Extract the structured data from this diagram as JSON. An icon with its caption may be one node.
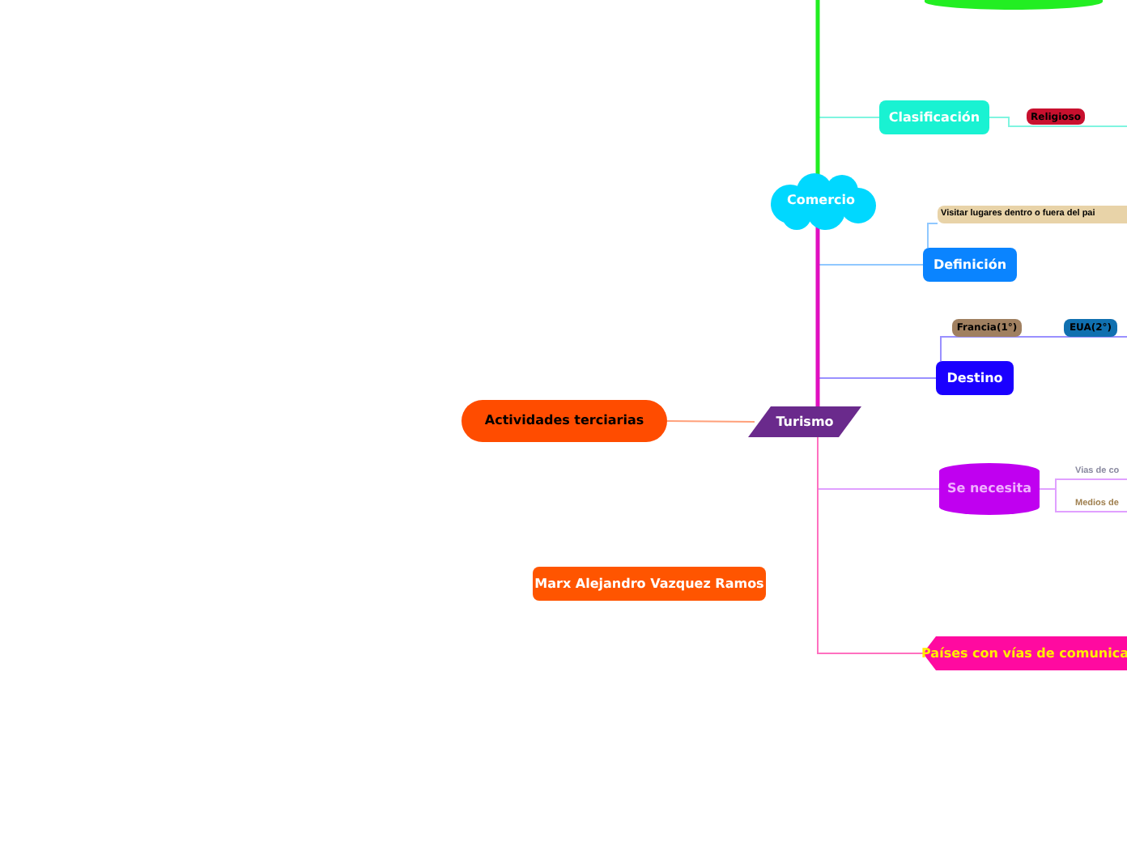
{
  "diagram": {
    "nodes": [
      {
        "text": [],
        "shape": "cylinder"
      },
      {
        "text": [
          "Comercio"
        ]
      },
      {
        "text": [
          "Clasificación"
        ]
      },
      {
        "text": [
          "Religioso"
        ]
      },
      {
        "text": [
          "Definición"
        ]
      },
      {
        "text": [
          "Visitar lugares dentro o fuera del pai"
        ]
      },
      {
        "text": [
          "Turismo"
        ]
      },
      {
        "text": [
          "Actividades terciarias"
        ]
      },
      {
        "text": [
          "Destino"
        ]
      },
      {
        "text": [
          "Francia(1°)"
        ]
      },
      {
        "text": [
          "EUA(2°)"
        ]
      },
      {
        "text": [
          "Se necesita"
        ]
      },
      {
        "text": [
          "Vias de co"
        ]
      },
      {
        "text": [
          "Medios de"
        ]
      },
      {
        "text": [
          "Marx Alejandro Vazquez Ramos"
        ]
      },
      {
        "text": [
          "Países con vías de comunica"
        ]
      }
    ],
    "edges": [
      {
        "from": 1,
        "to": null,
        "arrow": "none",
        "color": "#22ee22",
        "style": "thick"
      },
      {
        "from": 1,
        "to": 2,
        "arrow": "none",
        "color": "#7ff5e0"
      },
      {
        "from": 2,
        "to": 3,
        "arrow": "none",
        "color": "#7ff5e0"
      },
      {
        "from": 6,
        "to": 1,
        "arrow": "none",
        "color": "#e010c0",
        "style": "thick"
      },
      {
        "from": 6,
        "to": 4,
        "arrow": "none",
        "color": "#90c8ff"
      },
      {
        "from": 4,
        "to": 5,
        "arrow": "none",
        "color": "#90c8ff"
      },
      {
        "from": 6,
        "to": 7,
        "arrow": "none",
        "color": "#ffa07a"
      },
      {
        "from": 6,
        "to": 8,
        "arrow": "none",
        "color": "#9a90ff"
      },
      {
        "from": 8,
        "to": 9,
        "arrow": "none",
        "color": "#9a90ff"
      },
      {
        "from": 8,
        "to": 10,
        "arrow": "none",
        "color": "#9a90ff"
      },
      {
        "from": 6,
        "to": 11,
        "arrow": "none",
        "color": "#e0a0ff"
      },
      {
        "from": 11,
        "to": 12,
        "arrow": "none",
        "color": "#e0a0ff"
      },
      {
        "from": 11,
        "to": 13,
        "arrow": "none",
        "color": "#e0a0ff"
      },
      {
        "from": 6,
        "to": 15,
        "arrow": "none",
        "color": "#ff70c0"
      }
    ]
  }
}
